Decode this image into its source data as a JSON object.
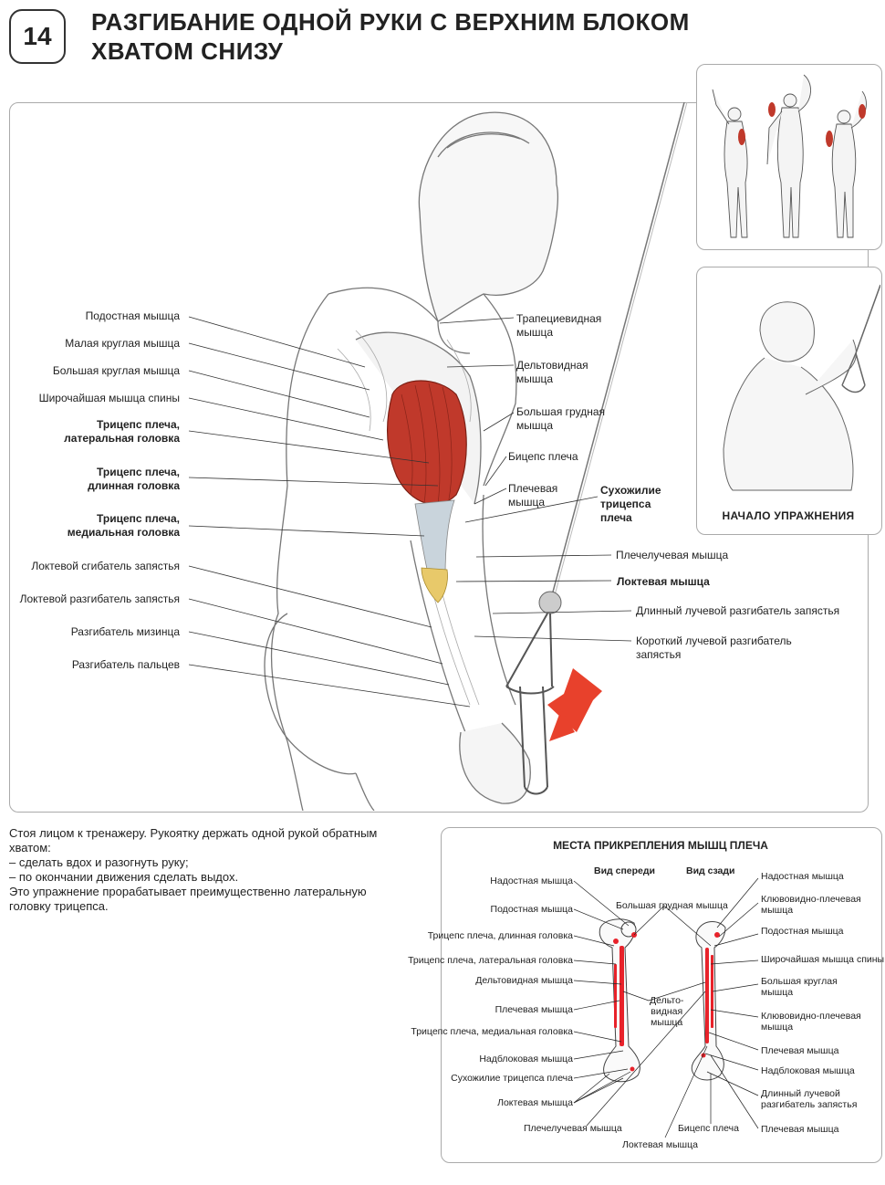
{
  "header": {
    "number": "14",
    "title_line1": "РАЗГИБАНИЕ ОДНОЙ РУКИ С ВЕРХНИМ БЛОКОМ",
    "title_line2": "ХВАТОМ СНИЗУ"
  },
  "main_labels_left": {
    "l1": "Подостная мышца",
    "l2": "Малая круглая мышца",
    "l3": "Большая круглая мышца",
    "l4": "Широчайшая мышца спины",
    "l5a": "Трицепс плеча,",
    "l5b": "латеральная головка",
    "l6a": "Трицепс плеча,",
    "l6b": "длинная головка",
    "l7a": "Трицепс плеча,",
    "l7b": "медиальная головка",
    "l8": "Локтевой сгибатель запястья",
    "l9": "Локтевой разгибатель запястья",
    "l10": "Разгибатель мизинца",
    "l11": "Разгибатель пальцев"
  },
  "main_labels_right": {
    "r1a": "Трапециевидная",
    "r1b": "мышца",
    "r2a": "Дельтовидная",
    "r2b": "мышца",
    "r3a": "Большая грудная",
    "r3b": "мышца",
    "r4": "Бицепс плеча",
    "r5a": "Плечевая",
    "r5b": "мышца",
    "r6a": "Сухожилие",
    "r6b": "трицепса",
    "r6c": "плеча",
    "r7": "Плечелучевая мышца",
    "r8": "Локтевая мышца",
    "r9": "Длинный лучевой разгибатель запястья",
    "r10a": "Короткий лучевой разгибатель",
    "r10b": "запястья"
  },
  "start_panel": {
    "caption": "НАЧАЛО УПРАЖНЕНИЯ"
  },
  "description": {
    "line1": "Стоя лицом к тренажеру. Рукоятку держать одной рукой обратным",
    "line2": "хватом:",
    "line3": "–  сделать вдох и разогнуть руку;",
    "line4": "–  по окончании движения сделать выдох.",
    "line5": "Это упражнение прорабатывает преимущественно латеральную",
    "line6": "головку трицепса."
  },
  "insertion_panel": {
    "title": "МЕСТА ПРИКРЕПЛЕНИЯ МЫШЦ ПЛЕЧА",
    "front_view": "Вид спереди",
    "back_view": "Вид сзади",
    "left": [
      "Надостная мышца",
      "Подостная мышца",
      "Трицепс плеча, длинная головка",
      "Трицепс плеча, латеральная головка",
      "Дельтовидная мышца",
      "Плечевая мышца",
      "Трицепс плеча, медиальная головка",
      "Надблоковая мышца",
      "Сухожилие трицепса плеча",
      "Локтевая мышца"
    ],
    "center_top": "Большая грудная мышца",
    "center_mid_1": "Дельто-",
    "center_mid_2": "видная",
    "center_mid_3": "мышца",
    "bottom_1": "Плечелучевая мышца",
    "bottom_2": "Локтевая мышца",
    "bottom_3": "Бицепс плеча",
    "right": {
      "a": "Надостная мышца",
      "b1": "Клювовидно-плечевая",
      "b2": "мышца",
      "c": "Подостная мышца",
      "d": "Широчайшая мышца спины",
      "e1": "Большая круглая",
      "e2": "мышца",
      "f1": "Клювовидно-плечевая",
      "f2": "мышца",
      "g": "Плечевая мышца",
      "h": "Надблоковая мышца",
      "i1": "Длинный лучевой",
      "i2": "разгибатель запястья",
      "j": "Плечевая мышца"
    }
  },
  "colors": {
    "muscle_red": "#c0392b",
    "arrow_red": "#e8412c",
    "panel_border": "#aaaaaa"
  }
}
